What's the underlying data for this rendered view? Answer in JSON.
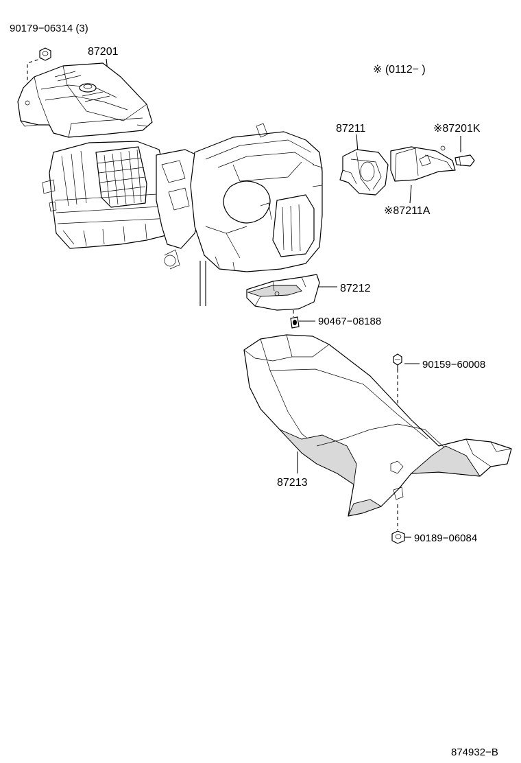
{
  "diagram": {
    "labels": {
      "p90179": "90179−06314 (3)",
      "p87201": "87201",
      "note": "※ (0112−        )",
      "p87211": "87211",
      "p87201k": "※87201K",
      "p87211a": "※87211A",
      "p87212": "87212",
      "p90467": "90467−08188",
      "p90159": "90159−60008",
      "p87213": "87213",
      "p90189": "90189−06084",
      "code": "874932−B"
    }
  }
}
